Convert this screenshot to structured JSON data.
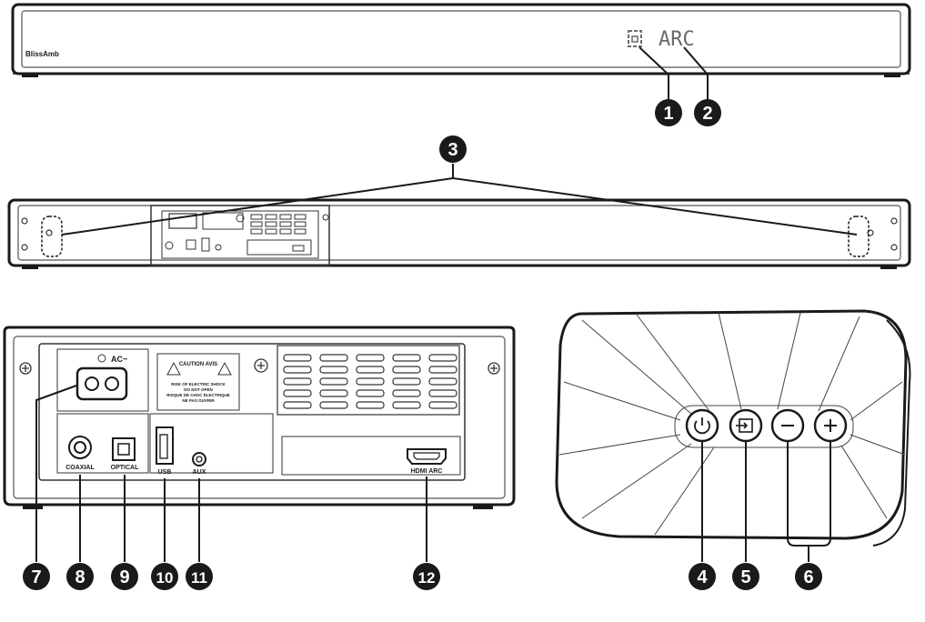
{
  "front_panel": {
    "brand_label": "BlissAmb",
    "display_icon": "input-indicator-icon",
    "display_text": "ARC"
  },
  "rear_panel": {
    "ac_label": "AC~",
    "caution_label": {
      "heading": "CAUTION AVIS",
      "line1": "RISK OF ELECTRIC SHOCK",
      "line2": "DO NOT OPEN",
      "line3": "RISQUE DE CHOC ÉLECTRIQUE",
      "line4": "NE PAS OUVRIR"
    },
    "ports": {
      "coaxial": "COAXIAL",
      "optical": "OPTICAL",
      "usb": "USB",
      "aux": "AUX",
      "hdmi": "HDMI ARC"
    }
  },
  "side_panel": {
    "buttons": [
      "power-icon",
      "input-source-icon",
      "minus-icon",
      "plus-icon"
    ]
  },
  "callouts": {
    "n1": "1",
    "n2": "2",
    "n3": "3",
    "n4": "4",
    "n5": "5",
    "n6": "6",
    "n7": "7",
    "n8": "8",
    "n9": "9",
    "n10": "10",
    "n11": "11",
    "n12": "12"
  }
}
